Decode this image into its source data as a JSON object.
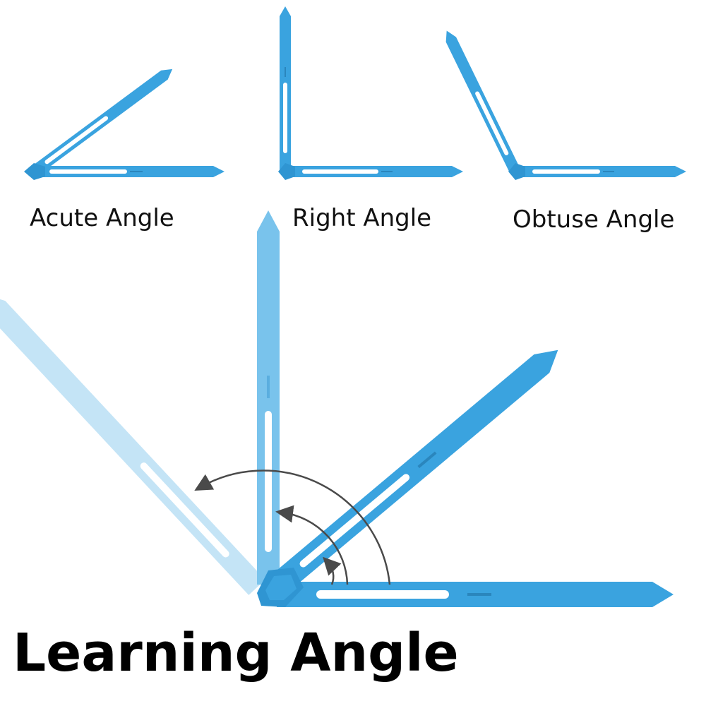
{
  "labels": {
    "acute": "Acute Angle",
    "right": "Right Angle",
    "obtuse": "Obtuse Angle"
  },
  "title": "Learning Angle",
  "colors": {
    "arm_blue": "#3aa3df",
    "arm_blue_light": "#79c3ec",
    "arm_blue_faded": "#c4e4f6",
    "slot_white": "#ffffff",
    "arrow_gray": "#4a4a4a"
  }
}
